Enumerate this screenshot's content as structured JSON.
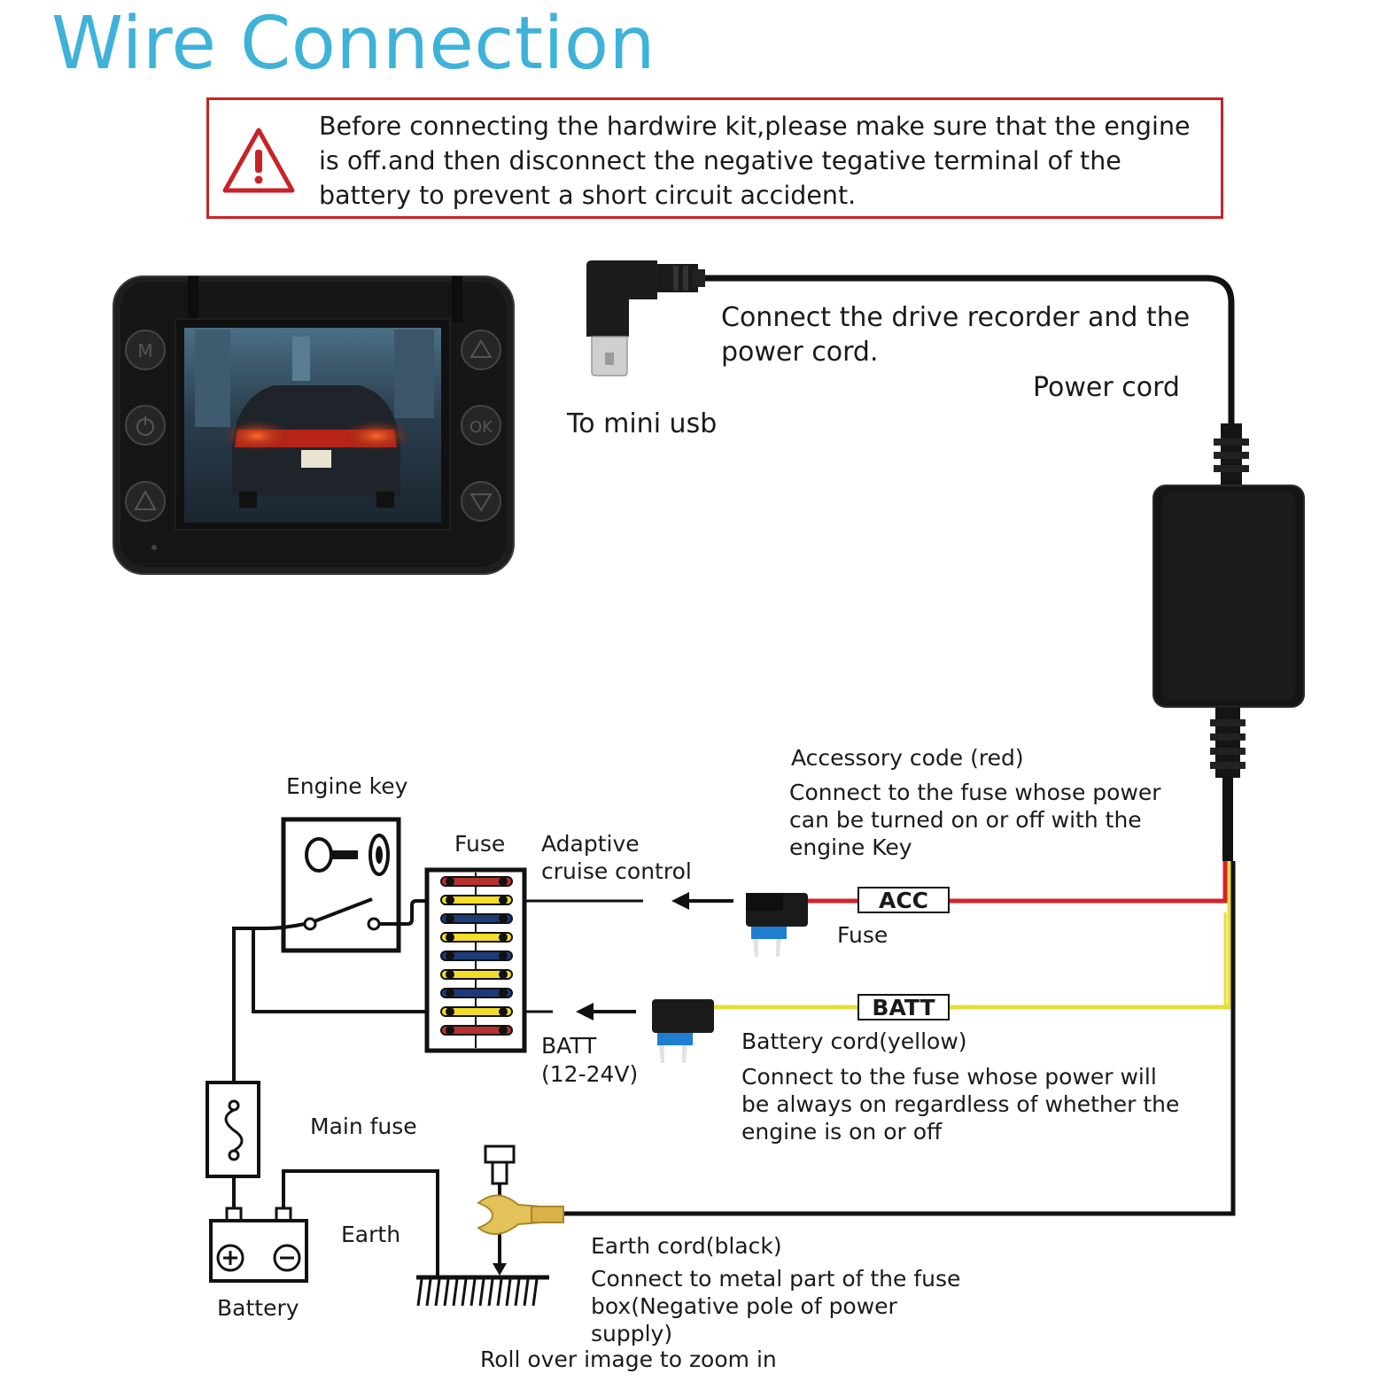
{
  "title": "Wire Connection",
  "warning": {
    "icon": "warning-triangle-icon",
    "text": "Before connecting the hardwire kit,please make sure that the engine is off.and then disconnect the negative tegative terminal of the battery to prevent a short circuit accident."
  },
  "top": {
    "connect_text": "Connect the drive recorder and the power cord.",
    "power_cord": "Power cord",
    "to_mini_usb": "To mini usb"
  },
  "camera": {
    "buttons_left": [
      "M",
      "power-icon",
      "warning-icon"
    ],
    "buttons_right": [
      "up-icon",
      "OK",
      "down-icon"
    ]
  },
  "diagram": {
    "engine_key": "Engine key",
    "fuse": "Fuse",
    "adaptive": "Adaptive cruise control",
    "accessory_title": "Accessory code (red)",
    "accessory_desc": "Connect to the fuse whose power can be turned on or off with the engine Key",
    "acc_tag": "ACC",
    "fuse_label": "Fuse",
    "batt_tag": "BATT",
    "batt_voltage_1": "BATT",
    "batt_voltage_2": "(12-24V)",
    "battery_cord_title": "Battery cord(yellow)",
    "battery_cord_desc": "Connect to the fuse whose power will be always on regardless of whether the engine is on or off",
    "main_fuse": "Main fuse",
    "earth": "Earth",
    "battery": "Battery",
    "earth_cord_title": "Earth cord(black)",
    "earth_cord_desc": "Connect to metal part of the fuse box(Negative pole of power supply)"
  },
  "footer": "Roll over image to zoom in",
  "colors": {
    "title": "#3fb2d9",
    "warning_border": "#c82327",
    "acc_wire": "#d4242a",
    "batt_wire": "#e6dc3a",
    "fuse_yellow": "#f3dc2a",
    "fuse_red": "#b5322e",
    "fuse_blue": "#1c3b78"
  }
}
